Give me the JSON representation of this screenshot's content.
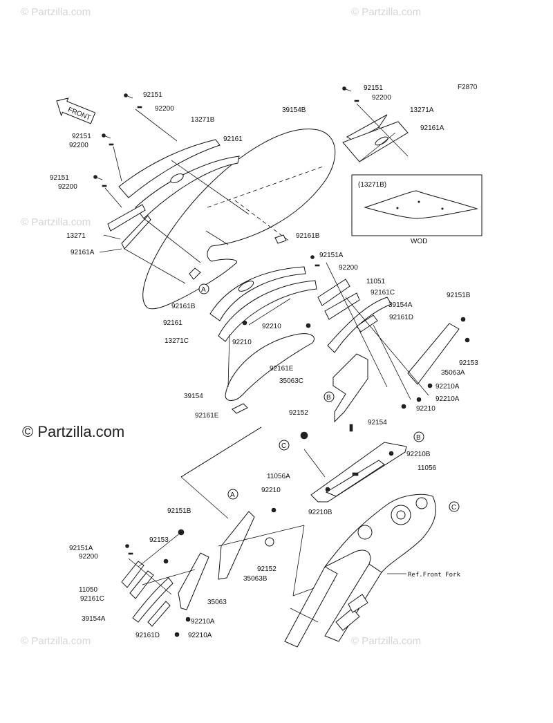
{
  "figure_code": "F2870",
  "copyright_main": "© Partzilla.com",
  "watermark_text": "© Partzilla.com",
  "front_label": "FRONT",
  "inset": {
    "title": "(13271B)",
    "caption": "WOD"
  },
  "reference_label": "Ref.Front Fork",
  "callouts": {
    "A": "A",
    "B": "B",
    "C": "C"
  },
  "part_labels": {
    "p92151_top": "92151",
    "p92200_top": "92200",
    "p13271B": "13271B",
    "p92151_l1": "92151",
    "p92200_l1": "92200",
    "p92161": "92161",
    "p92151_l2": "92151",
    "p92200_l2": "92200",
    "p13271": "13271",
    "p92161A_left": "92161A",
    "p39154B": "39154B",
    "p92151_right": "92151",
    "p92200_right": "92200",
    "p13271A": "13271A",
    "p92161A_right": "92161A",
    "p92161B_1": "92161B",
    "p92161B_2": "92161B",
    "p92151A_mid": "92151A",
    "p92200_mid": "92200",
    "p11051": "11051",
    "p92161C_mid": "92161C",
    "p39154A_mid": "39154A",
    "p92161D_mid": "92161D",
    "p92151B_mid": "92151B",
    "p92161_mid": "92161",
    "p92210_1": "92210",
    "p13271C": "13271C",
    "p92210_2": "92210",
    "p92153_mid": "92153",
    "p92161E_1": "92161E",
    "p35063A": "35063A",
    "p35063C": "35063C",
    "p92210A_1": "92210A",
    "p92210A_2": "92210A",
    "p39154": "39154",
    "p92210_3": "92210",
    "p92161E_2": "92161E",
    "p92152_1": "92152",
    "p92154": "92154",
    "p92210B_1": "92210B",
    "p11056A": "11056A",
    "p11056": "11056",
    "p92210_4": "92210",
    "p92210B_2": "92210B",
    "p92151B_low": "92151B",
    "p92151A_low": "92151A",
    "p92200_low": "92200",
    "p92153_low": "92153",
    "p11050": "11050",
    "p92161C_low": "92161C",
    "p92152_2": "92152",
    "p35063B": "35063B",
    "p35063": "35063",
    "p39154A_low": "39154A",
    "p92210A_3": "92210A",
    "p92161D_low": "92161D",
    "p92210A_4": "92210A"
  }
}
